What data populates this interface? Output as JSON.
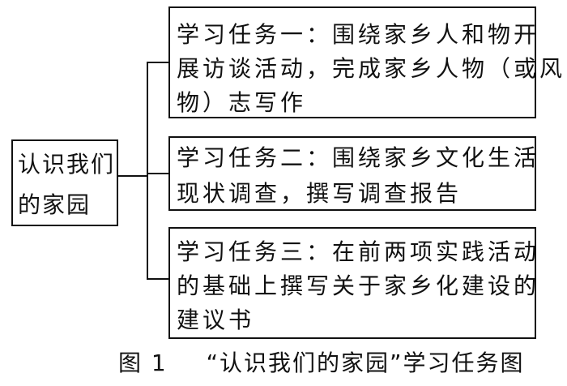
{
  "root": {
    "lines": [
      "认识我们",
      "的家园"
    ]
  },
  "tasks": [
    {
      "lines": [
        "学习任务一：围绕家乡人和物开",
        "展访谈活动，完成家乡人物（或风",
        "物）志写作"
      ]
    },
    {
      "lines": [
        "学习任务二：围绕家乡文化生活",
        "现状调查，撰写调查报告"
      ]
    },
    {
      "lines": [
        "学习任务三：在前两项实践活动",
        "的基础上撰写关于家乡化建设的",
        "建议书"
      ]
    }
  ],
  "caption": {
    "label": "图 1",
    "title": "“认识我们的家园”学习任务图"
  }
}
